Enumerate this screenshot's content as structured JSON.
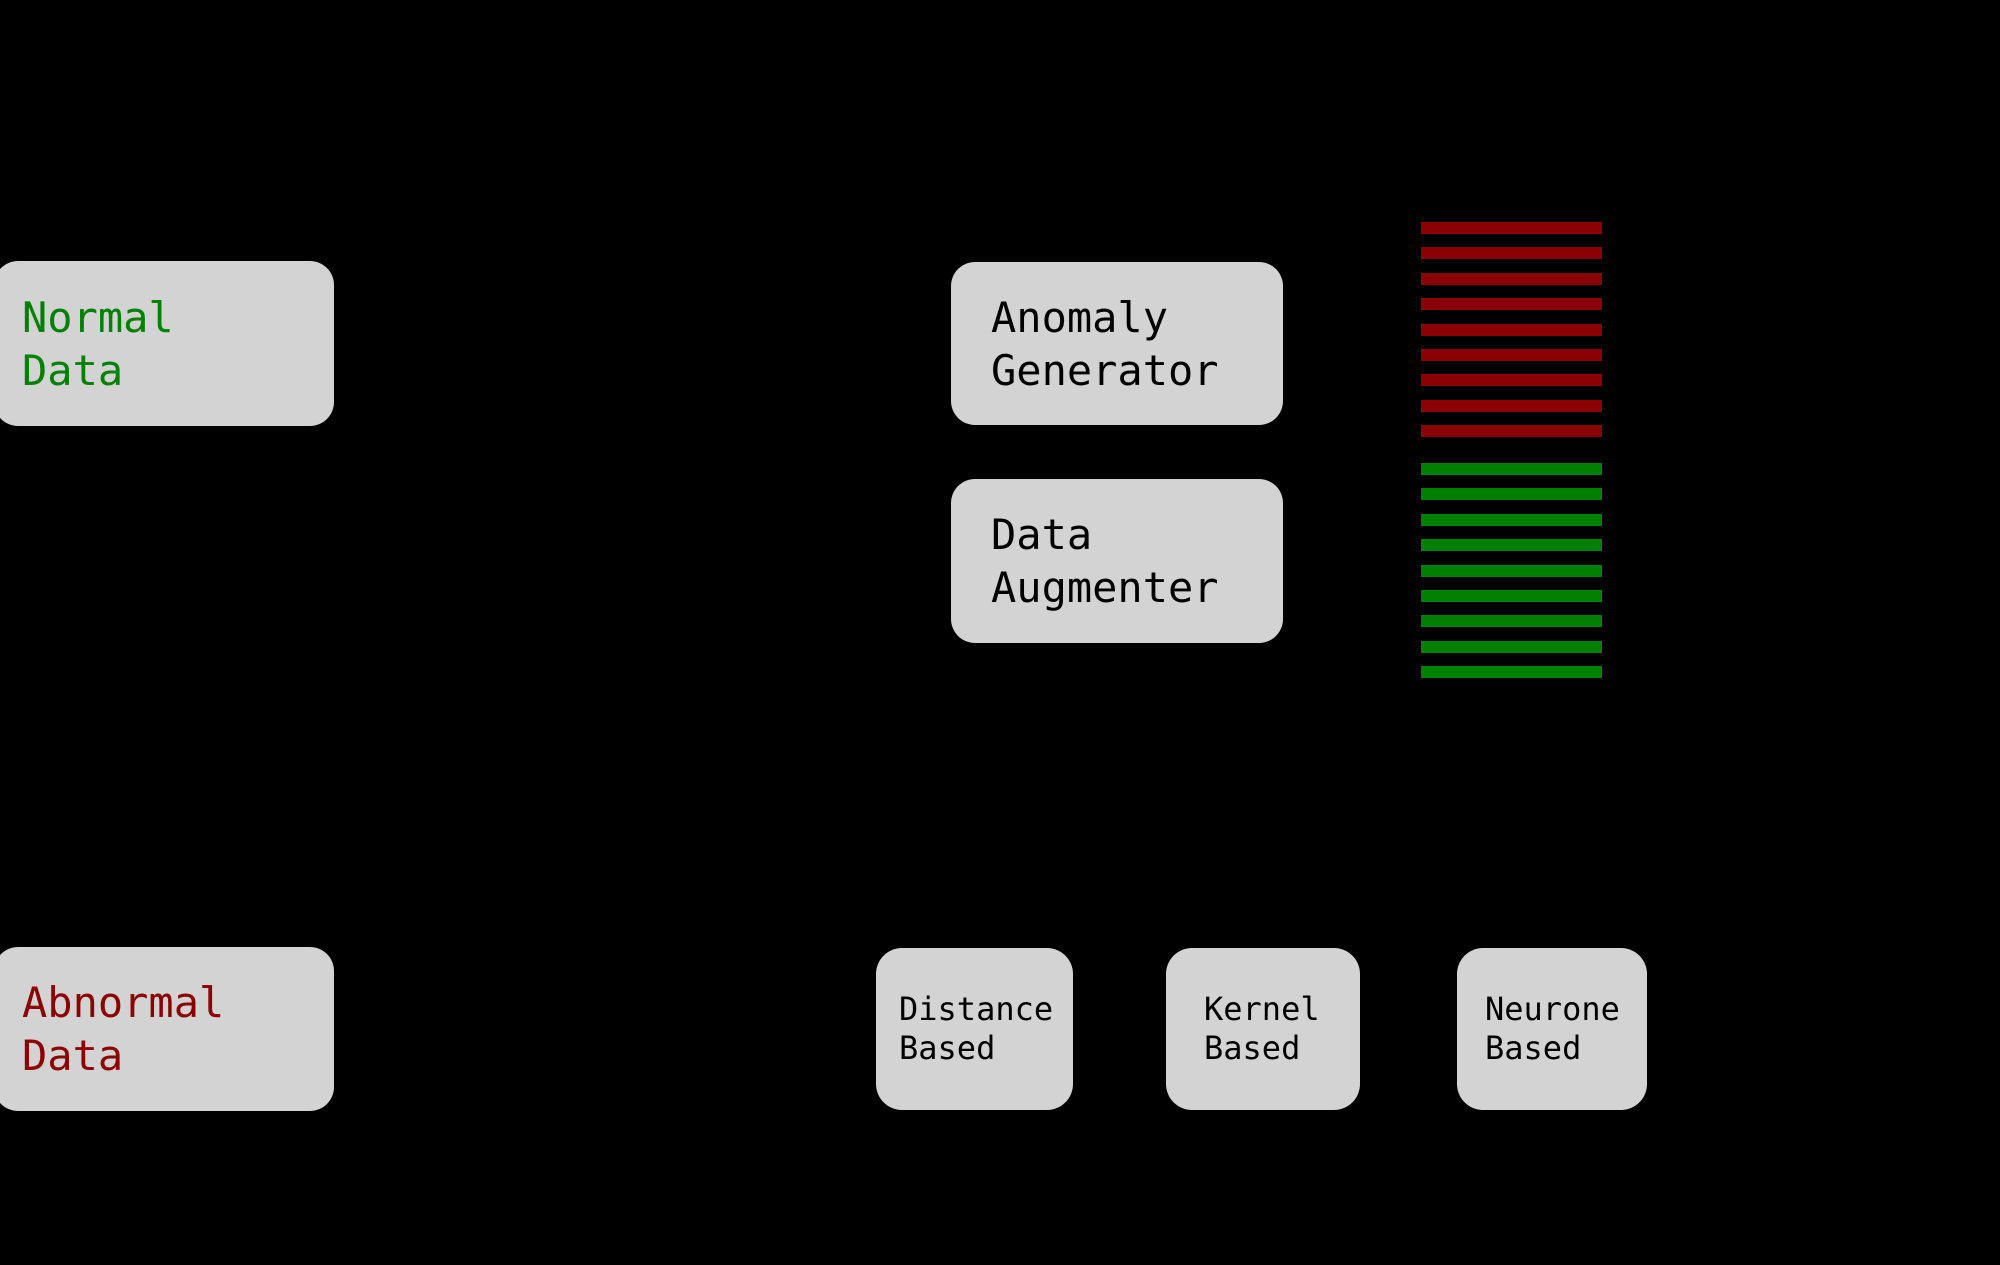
{
  "diagram": {
    "background_color": "#000000",
    "box_fill_color": "#d3d3d3",
    "boxes": {
      "normal_data": {
        "label": "Normal\nData",
        "text_color": "#008000"
      },
      "abnormal_data": {
        "label": "Abnormal\nData",
        "text_color": "#8b0000"
      },
      "anomaly_generator": {
        "label": "Anomaly\nGenerator",
        "text_color": "#000000"
      },
      "data_augmenter": {
        "label": "Data\nAugmenter",
        "text_color": "#000000"
      },
      "distance_based": {
        "label": "Distance\nBased",
        "text_color": "#000000"
      },
      "kernel_based": {
        "label": "Kernel\nBased",
        "text_color": "#000000"
      },
      "neurone_based": {
        "label": "Neurone\nBased",
        "text_color": "#000000"
      }
    },
    "bar_stacks": [
      {
        "name": "abnormal-sample-stack",
        "bar_name": "abnormal-sample-bar",
        "color": "#8b0000",
        "count": 9
      },
      {
        "name": "normal-sample-stack",
        "bar_name": "normal-sample-bar",
        "color": "#008000",
        "count": 9
      }
    ]
  }
}
